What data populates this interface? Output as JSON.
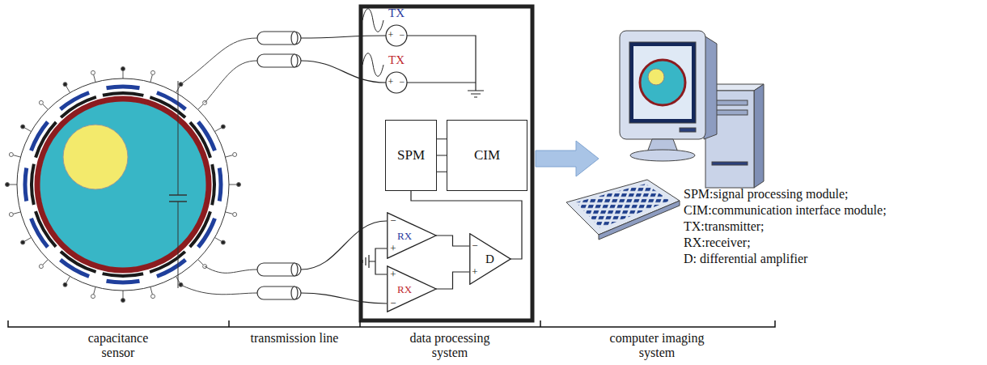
{
  "diagram": {
    "nodes": [
      {
        "text": [
          "TX"
        ]
      },
      {
        "text": [
          "TX"
        ]
      },
      {
        "text": [
          "SPM"
        ]
      },
      {
        "text": [
          "CIM"
        ]
      },
      {
        "text": [
          "RX"
        ]
      },
      {
        "text": [
          "RX"
        ]
      },
      {
        "text": [
          "D"
        ]
      }
    ],
    "edges": [
      {
        "from": 2,
        "to": 3,
        "arrow": "none"
      },
      {
        "from": 4,
        "to": 6,
        "arrow": "none"
      },
      {
        "from": 5,
        "to": 6,
        "arrow": "none"
      },
      {
        "from": 6,
        "to": 2,
        "arrow": "none"
      }
    ],
    "labels": [
      "+",
      "−",
      "+",
      "−",
      "−",
      "+",
      "+",
      "−",
      "−",
      "+",
      "SPM:signal processing module;",
      "CIM:communication interface module;",
      "TX:transmitter;",
      "RX:receiver;",
      "D: differential amplifier",
      "capacitance sensor",
      "transmission line",
      "data processing system",
      "computer imaging system"
    ]
  }
}
